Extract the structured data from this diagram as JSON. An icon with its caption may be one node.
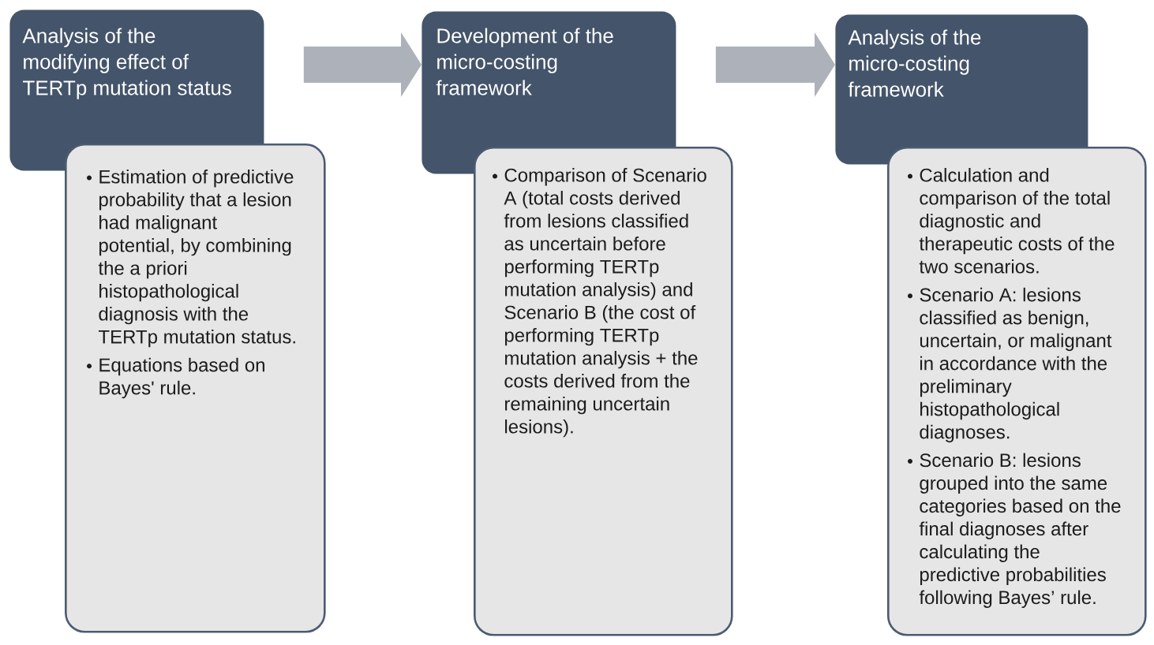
{
  "diagram": {
    "nodes": [
      {
        "text": [
          "Analysis of the modifying effect of TERTp mutation status"
        ]
      },
      {
        "text": [
          "Estimation of predictive probability that a lesion had malignant potential, by combining the a priori histopathological diagnosis with the TERTp mutation status.",
          "Equations based on Bayes' rule."
        ]
      },
      {
        "text": [
          "Development of the micro-costing framework"
        ]
      },
      {
        "text": [
          "Comparison of Scenario A (total costs derived from lesions classified as uncertain before performing TERTp mutation analysis) and Scenario B (the cost of performing TERTp mutation analysis + the costs derived from the remaining uncertain lesions)."
        ]
      },
      {
        "text": [
          "Analysis of the micro-costing framework"
        ]
      },
      {
        "text": [
          "Calculation and comparison of the total diagnostic and therapeutic costs of the two scenarios.",
          "Scenario A: lesions classified as benign, uncertain, or malignant in accordance with the preliminary histopathological diagnoses.",
          "Scenario B: lesions grouped into the same categories based on the final diagnoses after calculating the predictive probabilities following Bayes’ rule."
        ]
      }
    ],
    "edges": [
      {
        "from": 0,
        "to": 2,
        "arrow": "to"
      },
      {
        "from": 2,
        "to": 4,
        "arrow": "to"
      }
    ]
  }
}
